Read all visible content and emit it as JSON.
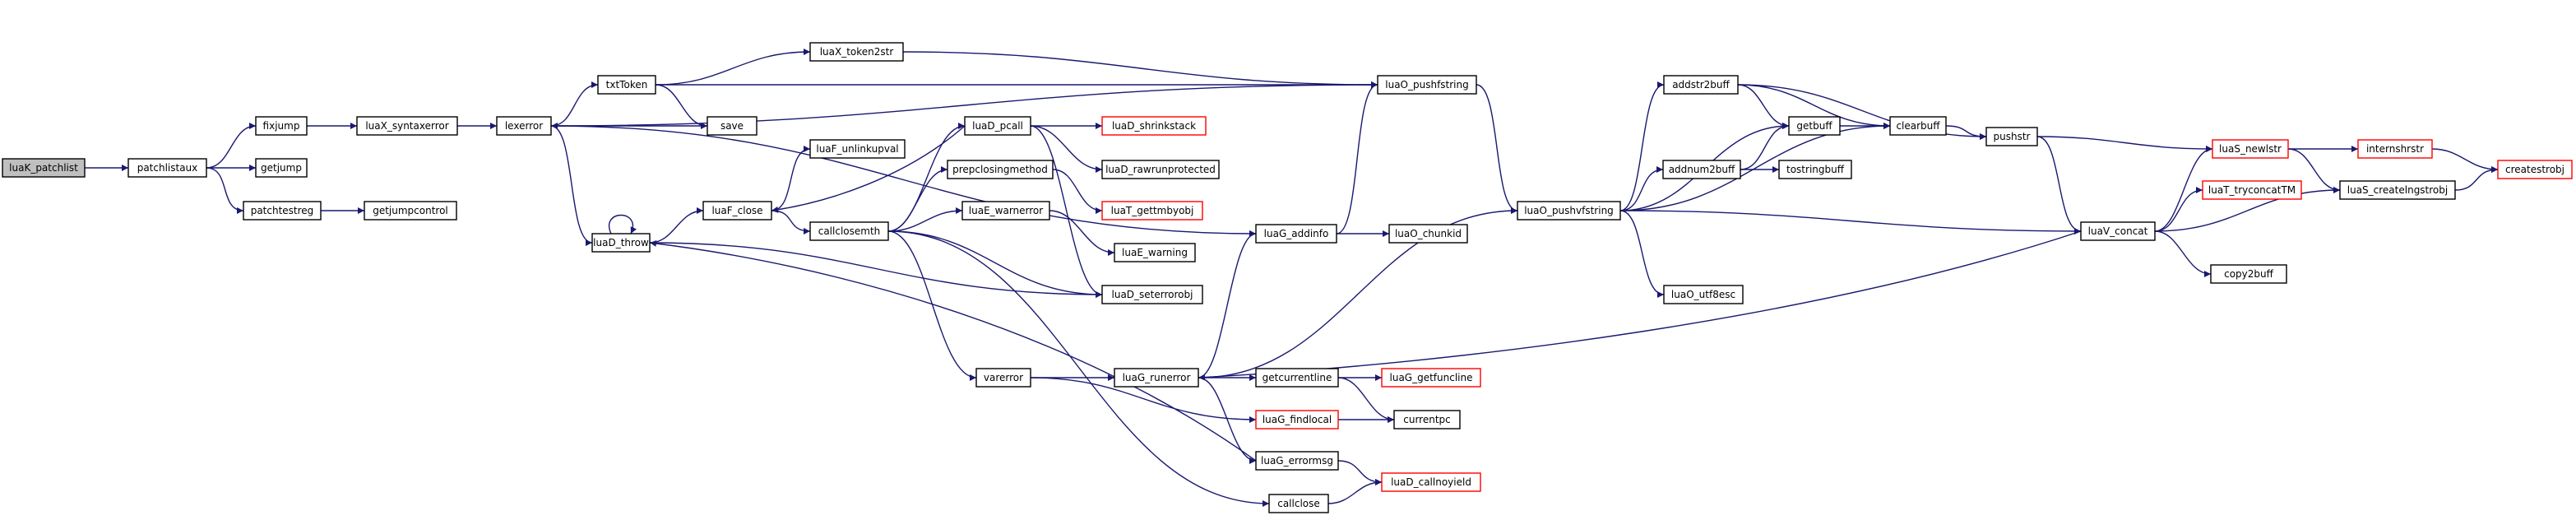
{
  "nodes": [
    {
      "id": "luaK_patchlist",
      "label": "luaK_patchlist",
      "root": true
    },
    {
      "id": "patchlistaux",
      "label": "patchlistaux"
    },
    {
      "id": "fixjump",
      "label": "fixjump"
    },
    {
      "id": "getjump",
      "label": "getjump"
    },
    {
      "id": "patchtestreg",
      "label": "patchtestreg"
    },
    {
      "id": "getjumpcontrol",
      "label": "getjumpcontrol"
    },
    {
      "id": "luaX_syntaxerror",
      "label": "luaX_syntaxerror"
    },
    {
      "id": "lexerror",
      "label": "lexerror"
    },
    {
      "id": "txtToken",
      "label": "txtToken"
    },
    {
      "id": "luaX_token2str",
      "label": "luaX_token2str"
    },
    {
      "id": "save",
      "label": "save"
    },
    {
      "id": "luaD_throw",
      "label": "luaD_throw"
    },
    {
      "id": "luaF_close",
      "label": "luaF_close"
    },
    {
      "id": "luaF_unlinkupval",
      "label": "luaF_unlinkupval"
    },
    {
      "id": "callclosemth",
      "label": "callclosemth"
    },
    {
      "id": "luaD_pcall",
      "label": "luaD_pcall"
    },
    {
      "id": "prepclosingmethod",
      "label": "prepclosingmethod"
    },
    {
      "id": "luaE_warnerror",
      "label": "luaE_warnerror"
    },
    {
      "id": "luaD_shrinkstack",
      "label": "luaD_shrinkstack",
      "red": true
    },
    {
      "id": "luaD_rawrunprotected",
      "label": "luaD_rawrunprotected"
    },
    {
      "id": "luaT_gettmbyobj",
      "label": "luaT_gettmbyobj",
      "red": true
    },
    {
      "id": "luaE_warning",
      "label": "luaE_warning"
    },
    {
      "id": "luaD_seterrorobj",
      "label": "luaD_seterrorobj"
    },
    {
      "id": "varerror",
      "label": "varerror"
    },
    {
      "id": "luaG_runerror",
      "label": "luaG_runerror"
    },
    {
      "id": "luaG_addinfo",
      "label": "luaG_addinfo"
    },
    {
      "id": "luaO_chunkid",
      "label": "luaO_chunkid"
    },
    {
      "id": "luaG_findlocal",
      "label": "luaG_findlocal",
      "red": true
    },
    {
      "id": "getcurrentline",
      "label": "getcurrentline"
    },
    {
      "id": "luaG_getfuncline",
      "label": "luaG_getfuncline",
      "red": true
    },
    {
      "id": "currentpc",
      "label": "currentpc"
    },
    {
      "id": "luaG_errormsg",
      "label": "luaG_errormsg"
    },
    {
      "id": "luaD_callnoyield",
      "label": "luaD_callnoyield",
      "red": true
    },
    {
      "id": "callclose",
      "label": "callclose"
    },
    {
      "id": "luaO_pushfstring",
      "label": "luaO_pushfstring"
    },
    {
      "id": "luaO_pushvfstring",
      "label": "luaO_pushvfstring"
    },
    {
      "id": "addstr2buff",
      "label": "addstr2buff"
    },
    {
      "id": "getbuff",
      "label": "getbuff"
    },
    {
      "id": "clearbuff",
      "label": "clearbuff"
    },
    {
      "id": "addnum2buff",
      "label": "addnum2buff"
    },
    {
      "id": "tostringbuff",
      "label": "tostringbuff"
    },
    {
      "id": "luaO_utf8esc",
      "label": "luaO_utf8esc"
    },
    {
      "id": "pushstr",
      "label": "pushstr"
    },
    {
      "id": "luaV_concat",
      "label": "luaV_concat"
    },
    {
      "id": "luaS_newlstr",
      "label": "luaS_newlstr",
      "red": true
    },
    {
      "id": "internshrstr",
      "label": "internshrstr",
      "red": true
    },
    {
      "id": "luaT_tryconcatTM",
      "label": "luaT_tryconcatTM",
      "red": true
    },
    {
      "id": "luaS_createlngstrobj",
      "label": "luaS_createlngstrobj"
    },
    {
      "id": "createstrobj",
      "label": "createstrobj",
      "red": true
    },
    {
      "id": "copy2buff",
      "label": "copy2buff"
    }
  ],
  "edges": [
    [
      "luaK_patchlist",
      "patchlistaux"
    ],
    [
      "patchlistaux",
      "fixjump"
    ],
    [
      "patchlistaux",
      "getjump"
    ],
    [
      "patchlistaux",
      "patchtestreg"
    ],
    [
      "patchtestreg",
      "getjumpcontrol"
    ],
    [
      "fixjump",
      "luaX_syntaxerror"
    ],
    [
      "luaX_syntaxerror",
      "lexerror"
    ],
    [
      "lexerror",
      "txtToken"
    ],
    [
      "lexerror",
      "luaO_pushfstring"
    ],
    [
      "lexerror",
      "luaD_throw"
    ],
    [
      "lexerror",
      "luaG_addinfo"
    ],
    [
      "txtToken",
      "luaX_token2str"
    ],
    [
      "txtToken",
      "luaO_pushfstring"
    ],
    [
      "txtToken",
      "save"
    ],
    [
      "save",
      "lexerror"
    ],
    [
      "luaX_token2str",
      "luaO_pushfstring"
    ],
    [
      "luaD_throw",
      "luaD_throw"
    ],
    [
      "luaD_throw",
      "luaF_close"
    ],
    [
      "luaD_throw",
      "luaD_seterrorobj"
    ],
    [
      "luaF_close",
      "luaF_unlinkupval"
    ],
    [
      "luaF_close",
      "callclosemth"
    ],
    [
      "callclosemth",
      "luaD_pcall"
    ],
    [
      "callclosemth",
      "prepclosingmethod"
    ],
    [
      "callclosemth",
      "luaE_warnerror"
    ],
    [
      "callclosemth",
      "luaD_seterrorobj"
    ],
    [
      "callclosemth",
      "varerror"
    ],
    [
      "callclosemth",
      "callclose"
    ],
    [
      "luaD_pcall",
      "luaF_close"
    ],
    [
      "luaD_pcall",
      "luaD_shrinkstack"
    ],
    [
      "luaD_pcall",
      "luaD_rawrunprotected"
    ],
    [
      "luaD_pcall",
      "luaD_seterrorobj"
    ],
    [
      "prepclosingmethod",
      "luaT_gettmbyobj"
    ],
    [
      "luaE_warnerror",
      "luaE_warning"
    ],
    [
      "varerror",
      "luaG_runerror"
    ],
    [
      "varerror",
      "luaG_findlocal"
    ],
    [
      "luaG_runerror",
      "luaG_addinfo"
    ],
    [
      "luaG_runerror",
      "getcurrentline"
    ],
    [
      "luaG_runerror",
      "luaG_errormsg"
    ],
    [
      "luaG_runerror",
      "luaO_pushvfstring"
    ],
    [
      "luaG_addinfo",
      "luaO_chunkid"
    ],
    [
      "luaG_addinfo",
      "luaO_pushfstring"
    ],
    [
      "getcurrentline",
      "luaG_getfuncline"
    ],
    [
      "getcurrentline",
      "currentpc"
    ],
    [
      "luaG_findlocal",
      "currentpc"
    ],
    [
      "luaG_errormsg",
      "luaD_throw"
    ],
    [
      "luaG_errormsg",
      "luaD_callnoyield"
    ],
    [
      "callclose",
      "luaD_callnoyield"
    ],
    [
      "luaO_pushfstring",
      "luaO_pushvfstring"
    ],
    [
      "luaO_pushvfstring",
      "addstr2buff"
    ],
    [
      "luaO_pushvfstring",
      "getbuff"
    ],
    [
      "luaO_pushvfstring",
      "addnum2buff"
    ],
    [
      "luaO_pushvfstring",
      "clearbuff"
    ],
    [
      "luaO_pushvfstring",
      "luaO_utf8esc"
    ],
    [
      "luaO_pushvfstring",
      "luaV_concat"
    ],
    [
      "addstr2buff",
      "getbuff"
    ],
    [
      "addstr2buff",
      "clearbuff"
    ],
    [
      "addstr2buff",
      "pushstr"
    ],
    [
      "getbuff",
      "clearbuff"
    ],
    [
      "addnum2buff",
      "getbuff"
    ],
    [
      "addnum2buff",
      "tostringbuff"
    ],
    [
      "clearbuff",
      "pushstr"
    ],
    [
      "pushstr",
      "luaS_newlstr"
    ],
    [
      "pushstr",
      "luaV_concat"
    ],
    [
      "luaV_concat",
      "luaS_newlstr"
    ],
    [
      "luaV_concat",
      "luaT_tryconcatTM"
    ],
    [
      "luaV_concat",
      "luaS_createlngstrobj"
    ],
    [
      "luaV_concat",
      "copy2buff"
    ],
    [
      "luaV_concat",
      "luaG_runerror"
    ],
    [
      "luaS_newlstr",
      "internshrstr"
    ],
    [
      "luaS_newlstr",
      "luaS_createlngstrobj"
    ],
    [
      "internshrstr",
      "createstrobj"
    ],
    [
      "luaS_createlngstrobj",
      "createstrobj"
    ]
  ],
  "colors": {
    "edge": "#191970",
    "node_border": "#000000",
    "external_border": "#ff0000",
    "root_fill": "#bfbfbf"
  }
}
